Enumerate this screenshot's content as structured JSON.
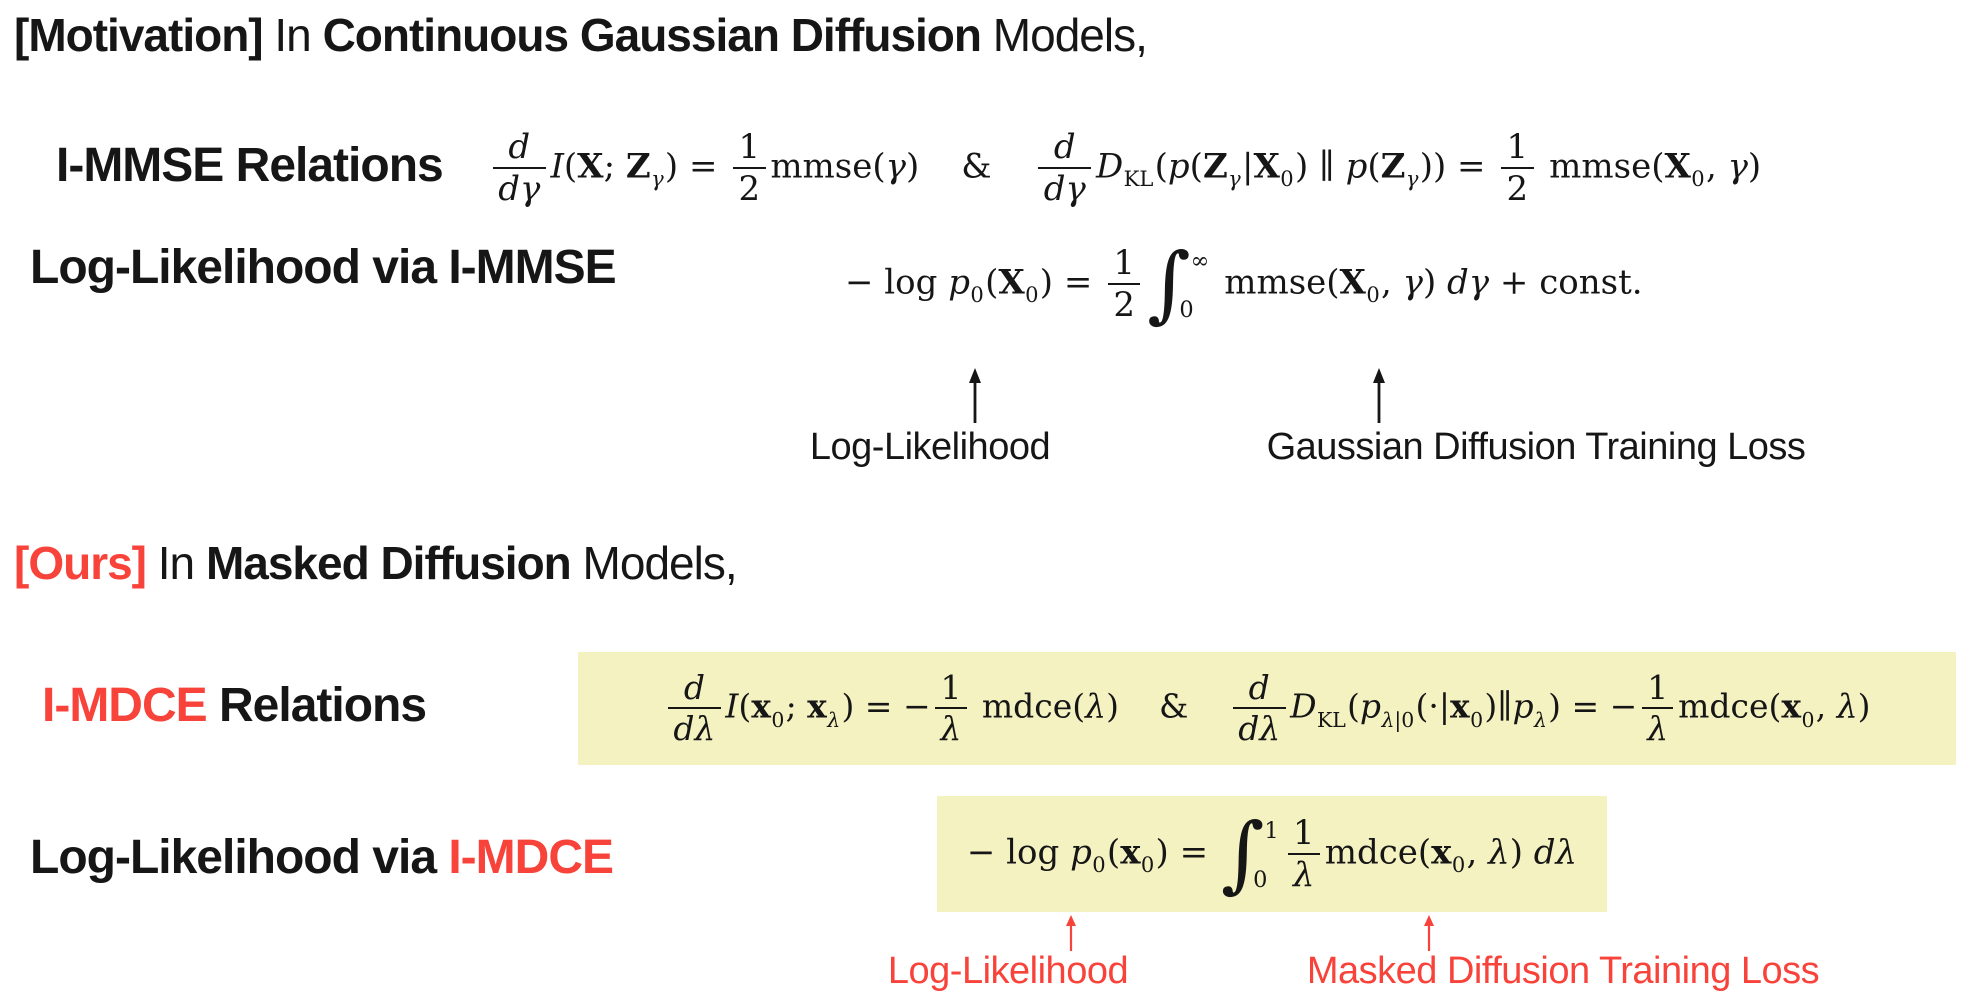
{
  "colors": {
    "red": "#f8433b",
    "highlight": "#f5f2c1",
    "text": "#161616"
  },
  "motivation": {
    "heading": [
      {
        "t": "[Motivation]",
        "w": "semi"
      },
      {
        "t": " In ",
        "w": "reg"
      },
      {
        "t": "Continuous Gaussian Diffusion",
        "w": "bold"
      },
      {
        "t": " Models,",
        "w": "reg"
      }
    ],
    "row1": {
      "label": [
        {
          "t": "I-MMSE Relations",
          "w": "bold"
        }
      ],
      "formula": [
        {
          "f": {
            "n": [
              {
                "i": "d"
              }
            ],
            "d": [
              {
                "i": "d"
              },
              {
                "i": "γ"
              }
            ]
          }
        },
        {
          "i": "I"
        },
        {
          "r": "("
        },
        {
          "b": "X"
        },
        {
          "r": "; "
        },
        {
          "b": "Z"
        },
        {
          "sb": [
            {
              "i": "γ"
            }
          ]
        },
        {
          "r": ") = "
        },
        {
          "f": {
            "n": [
              {
                "r": "1"
              }
            ],
            "d": [
              {
                "r": "2"
              }
            ]
          }
        },
        {
          "r": "mmse("
        },
        {
          "i": "γ"
        },
        {
          "r": ")"
        },
        {
          "g": 42
        },
        {
          "r": "&"
        },
        {
          "g": 42
        },
        {
          "f": {
            "n": [
              {
                "i": "d"
              }
            ],
            "d": [
              {
                "i": "d"
              },
              {
                "i": "γ"
              }
            ]
          }
        },
        {
          "i": "D"
        },
        {
          "sb": [
            {
              "r": "KL"
            }
          ]
        },
        {
          "r": "("
        },
        {
          "i": "p"
        },
        {
          "r": "("
        },
        {
          "b": "Z"
        },
        {
          "sb": [
            {
              "i": "γ"
            }
          ]
        },
        {
          "r": "|"
        },
        {
          "b": "X"
        },
        {
          "sb": [
            {
              "r": "0"
            }
          ]
        },
        {
          "r": ") ∥ "
        },
        {
          "i": "p"
        },
        {
          "r": "("
        },
        {
          "b": "Z"
        },
        {
          "sb": [
            {
              "i": "γ"
            }
          ]
        },
        {
          "r": ")) = "
        },
        {
          "f": {
            "n": [
              {
                "r": "1"
              }
            ],
            "d": [
              {
                "r": "2"
              }
            ]
          }
        },
        {
          "r": " mmse("
        },
        {
          "b": "X"
        },
        {
          "sb": [
            {
              "r": "0"
            }
          ]
        },
        {
          "r": ", "
        },
        {
          "i": "γ"
        },
        {
          "r": ")"
        }
      ]
    },
    "row2": {
      "label": [
        {
          "t": "Log-Likelihood via I-MMSE",
          "w": "bold"
        }
      ],
      "formula": [
        {
          "r": "− log "
        },
        {
          "i": "p"
        },
        {
          "sb": [
            {
              "r": "0"
            }
          ]
        },
        {
          "r": "("
        },
        {
          "b": "X"
        },
        {
          "sb": [
            {
              "r": "0"
            }
          ]
        },
        {
          "r": ") = "
        },
        {
          "f": {
            "n": [
              {
                "r": "1"
              }
            ],
            "d": [
              {
                "r": "2"
              }
            ]
          }
        },
        {
          "int": {
            "hi": [
              {
                "r": "∞"
              }
            ],
            "lo": [
              {
                "r": "0"
              }
            ]
          }
        },
        {
          "r": " mmse("
        },
        {
          "b": "X"
        },
        {
          "sb": [
            {
              "r": "0"
            }
          ]
        },
        {
          "r": ", "
        },
        {
          "i": "γ"
        },
        {
          "r": ") "
        },
        {
          "i": "dγ"
        },
        {
          "r": " + const."
        }
      ]
    },
    "annotations": [
      {
        "label": "Log-Likelihood"
      },
      {
        "label": "Gaussian Diffusion Training Loss"
      }
    ]
  },
  "ours": {
    "heading": [
      {
        "t": "[Ours]",
        "w": "bold",
        "c": "red"
      },
      {
        "t": " In ",
        "w": "reg"
      },
      {
        "t": "Masked Diffusion",
        "w": "bold"
      },
      {
        "t": " Models,",
        "w": "reg"
      }
    ],
    "row1": {
      "label": [
        {
          "t": "I-MDCE",
          "w": "bold",
          "c": "red"
        },
        {
          "t": " Relations",
          "w": "bold"
        }
      ],
      "formula": [
        {
          "f": {
            "n": [
              {
                "i": "d"
              }
            ],
            "d": [
              {
                "i": "d"
              },
              {
                "i": "λ"
              }
            ]
          }
        },
        {
          "i": "I"
        },
        {
          "r": "("
        },
        {
          "b": "x"
        },
        {
          "sb": [
            {
              "r": "0"
            }
          ]
        },
        {
          "r": "; "
        },
        {
          "b": "x"
        },
        {
          "sb": [
            {
              "i": "λ"
            }
          ]
        },
        {
          "r": ") = −"
        },
        {
          "f": {
            "n": [
              {
                "r": "1"
              }
            ],
            "d": [
              {
                "i": "λ"
              }
            ]
          }
        },
        {
          "r": " mdce("
        },
        {
          "i": "λ"
        },
        {
          "r": ")"
        },
        {
          "g": 40
        },
        {
          "r": "&"
        },
        {
          "g": 40
        },
        {
          "f": {
            "n": [
              {
                "i": "d"
              }
            ],
            "d": [
              {
                "i": "d"
              },
              {
                "i": "λ"
              }
            ]
          }
        },
        {
          "i": "D"
        },
        {
          "sb": [
            {
              "r": "KL"
            }
          ]
        },
        {
          "r": "("
        },
        {
          "i": "p"
        },
        {
          "sb": [
            {
              "i": "λ"
            },
            {
              "r": "|0"
            }
          ]
        },
        {
          "r": "(·|"
        },
        {
          "b": "x"
        },
        {
          "sb": [
            {
              "r": "0"
            }
          ]
        },
        {
          "r": ")∥"
        },
        {
          "i": "p"
        },
        {
          "sb": [
            {
              "i": "λ"
            }
          ]
        },
        {
          "r": ") = −"
        },
        {
          "f": {
            "n": [
              {
                "r": "1"
              }
            ],
            "d": [
              {
                "i": "λ"
              }
            ]
          }
        },
        {
          "r": "mdce("
        },
        {
          "b": "x"
        },
        {
          "sb": [
            {
              "r": "0"
            }
          ]
        },
        {
          "r": ", "
        },
        {
          "i": "λ"
        },
        {
          "r": ")"
        }
      ]
    },
    "row2": {
      "label": [
        {
          "t": "Log-Likelihood via ",
          "w": "bold"
        },
        {
          "t": "I-MDCE",
          "w": "bold",
          "c": "red"
        }
      ],
      "formula": [
        {
          "r": "− log "
        },
        {
          "i": "p"
        },
        {
          "sb": [
            {
              "r": "0"
            }
          ]
        },
        {
          "r": "("
        },
        {
          "b": "x"
        },
        {
          "sb": [
            {
              "r": "0"
            }
          ]
        },
        {
          "r": ") = "
        },
        {
          "int": {
            "hi": [
              {
                "r": "1"
              }
            ],
            "lo": [
              {
                "r": "0"
              }
            ]
          }
        },
        {
          "f": {
            "n": [
              {
                "r": "1"
              }
            ],
            "d": [
              {
                "i": "λ"
              }
            ]
          }
        },
        {
          "r": "mdce("
        },
        {
          "b": "x"
        },
        {
          "sb": [
            {
              "r": "0"
            }
          ]
        },
        {
          "r": ", "
        },
        {
          "i": "λ"
        },
        {
          "r": ") "
        },
        {
          "i": "dλ"
        }
      ]
    },
    "annotations": [
      {
        "label": "Log-Likelihood"
      },
      {
        "label": "Masked Diffusion Training Loss"
      }
    ]
  }
}
